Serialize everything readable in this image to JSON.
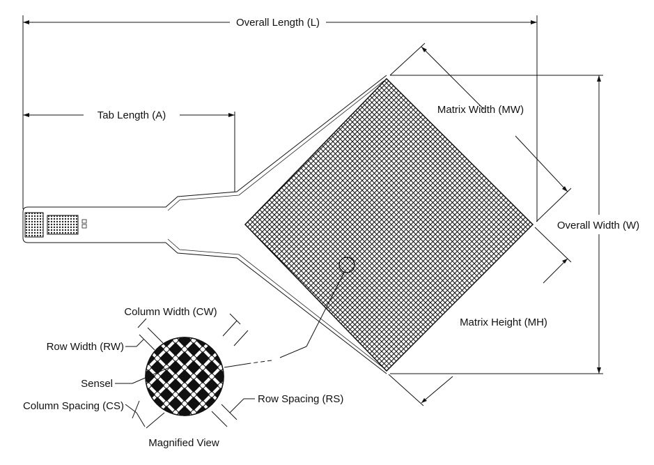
{
  "labels": {
    "overall_length": "Overall Length (L)",
    "tab_length": "Tab Length (A)",
    "matrix_width": "Matrix Width (MW)",
    "overall_width": "Overall Width (W)",
    "matrix_height": "Matrix Height (MH)",
    "column_width": "Column Width (CW)",
    "row_width": "Row Width (RW)",
    "sensel": "Sensel",
    "column_spacing": "Column Spacing (CS)",
    "row_spacing": "Row Spacing (RS)",
    "magnified_view": "Magnified View"
  },
  "colors": {
    "line": "#111111",
    "background": "#ffffff"
  }
}
